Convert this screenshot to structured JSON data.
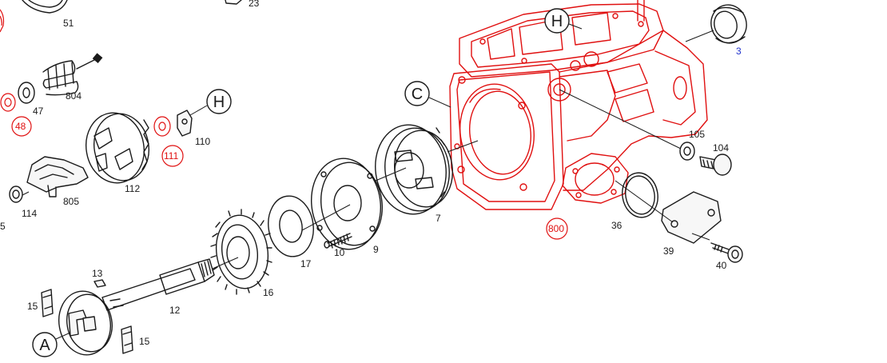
{
  "colors": {
    "line": "#1a1a1a",
    "housing": "#e01010",
    "blue_label": "#2233cc",
    "background": "#ffffff"
  },
  "callouts": {
    "A": "A",
    "C": "C",
    "H_top": "H",
    "H_left": "H"
  },
  "labels": {
    "p3": "3",
    "p5": "5",
    "p7": "7",
    "p9": "9",
    "p10": "10",
    "p12": "12",
    "p13": "13",
    "p15a": "15",
    "p15b": "15",
    "p16": "16",
    "p17": "17",
    "p23": "23",
    "p36": "36",
    "p39": "39",
    "p40": "40",
    "p47": "47",
    "p48": "48",
    "p51": "51",
    "p104": "104",
    "p105": "105",
    "p110": "110",
    "p111": "111",
    "p112": "112",
    "p114": "114",
    "p800": "800",
    "p804": "804",
    "p805": "805"
  }
}
